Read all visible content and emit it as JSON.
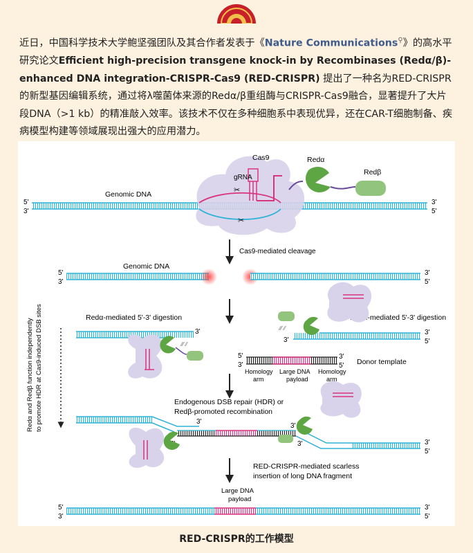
{
  "intro": {
    "p1": "近日，中国科学技术大学鲍坚强团队及其合作者发表于《",
    "journal": "Nature Communications",
    "p2": "》的高水平研究论文",
    "paper_title": "Efficient high-precision transgene knock-in by Recombinases (Redα/β)-enhanced DNA integration-CRISPR-Cas9 (RED-CRISPR)",
    "p3": " 提出了一种名为RED-CRISPR的新型基因编辑系统，通过将λ噬菌体来源的Redα/β重组酶与CRISPR-Cas9融合，显著提升了大片段DNA（>1 kb）的精准敲入效率。该技术不仅在多种细胞系中表现优异，还在CAR-T细胞制备、疾病模型构建等领域展现出强大的应用潜力。"
  },
  "figure": {
    "cas9": "Cas9",
    "grna": "gRNA",
    "red_alpha": "Redα",
    "red_beta": "Redβ",
    "genomic_dna": "Genomic DNA",
    "genomic_dna_2": "Genomic DNA",
    "p5": "5'",
    "p3": "3'",
    "step1": "Cas9-mediated cleavage",
    "digestion_left": "Redα-mediated 5'-3' digestion",
    "digestion_right": "Redα-mediated 5'-3' digestion",
    "donor_template": "Donor template",
    "homology_arm": "Homology\narm",
    "large_payload": "Large DNA\npayload",
    "homology_arm_label_l1": "Homology",
    "homology_arm_label_l2": "arm",
    "payload_label_l1": "Large DNA",
    "payload_label_l2": "payload",
    "step3_l1": "Endogenous DSB repair (HDR) or",
    "step3_l2": "Redβ-promoted recombination",
    "step4_l1": "RED-CRISPR-mediated scarless",
    "step4_l2": "insertion of long DNA fragment",
    "side_l1": "Redα and Redβ function independently",
    "side_l2": "to promote HDR at Cas9-induced DSB sites",
    "colors": {
      "blue": "#2fb3d6",
      "pink": "#d9357e",
      "green": "#5ea644",
      "lightgreen": "#93c47d",
      "lavender": "#d8d2ea",
      "black": "#222222"
    }
  },
  "caption": "RED-CRISPR的工作模型"
}
